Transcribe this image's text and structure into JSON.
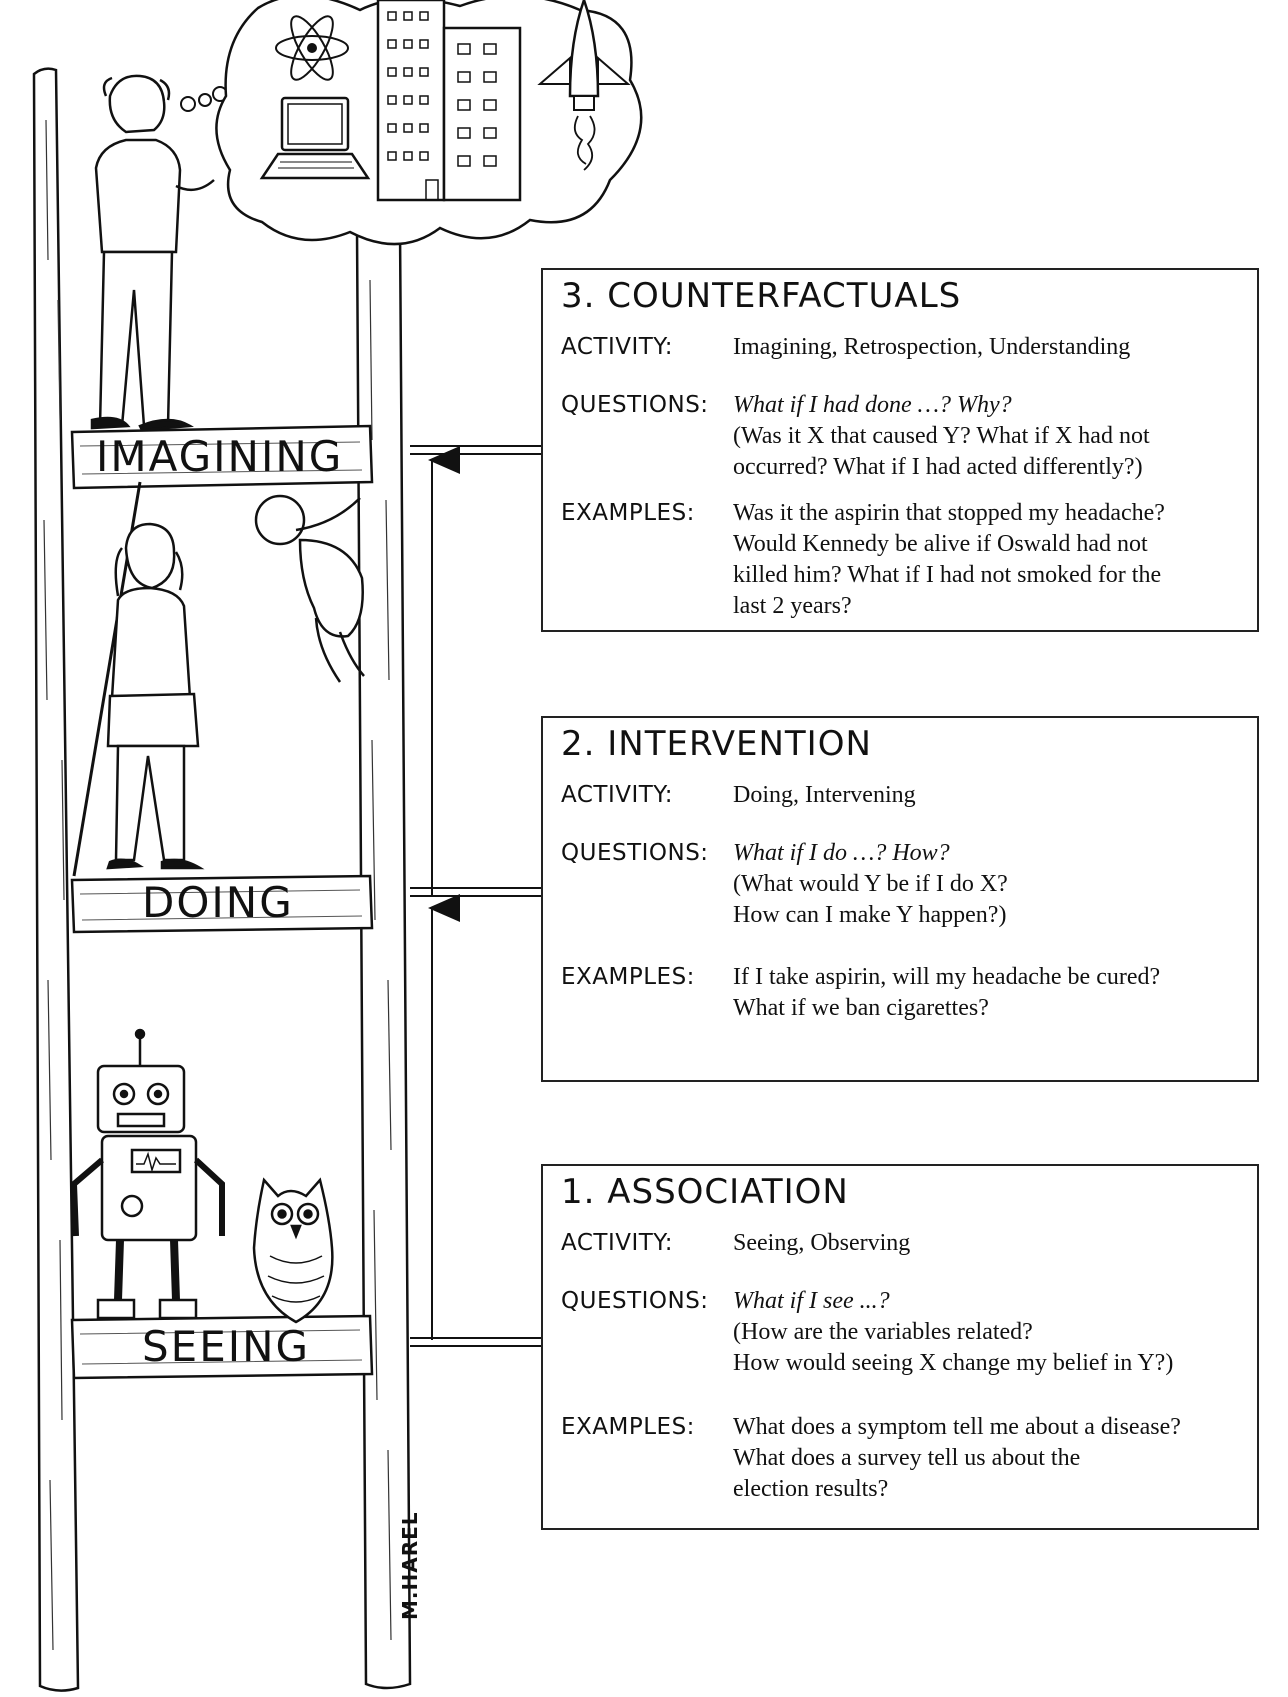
{
  "rungs": [
    {
      "label": "IMAGINING"
    },
    {
      "label": "DOING"
    },
    {
      "label": "SEEING"
    }
  ],
  "panels": [
    {
      "title": "3. COUNTERFACTUALS",
      "activity_label": "ACTIVITY:",
      "activity": "Imagining, Retrospection, Understanding",
      "questions_label": "QUESTIONS:",
      "question_main": "What if I had done …? Why?",
      "question_lines": [
        "(Was it X that caused Y? What if X had not",
        "occurred? What if I had acted differently?)"
      ],
      "examples_label": "EXAMPLES:",
      "example_lines": [
        "Was it the aspirin that stopped my headache?",
        "Would Kennedy be alive if Oswald had not",
        "killed him? What if I had not smoked for the",
        "last 2 years?"
      ]
    },
    {
      "title": "2. INTERVENTION",
      "activity_label": "ACTIVITY:",
      "activity": "Doing, Intervening",
      "questions_label": "QUESTIONS:",
      "question_main": "What if I do …? How?",
      "question_lines": [
        "(What would Y be if I do X?",
        "How can I make Y happen?)"
      ],
      "examples_label": "EXAMPLES:",
      "example_lines": [
        "If I take aspirin, will my headache be cured?",
        "What if we ban cigarettes?"
      ]
    },
    {
      "title": "1. ASSOCIATION",
      "activity_label": "ACTIVITY:",
      "activity": "Seeing, Observing",
      "questions_label": "QUESTIONS:",
      "question_main": "What if I see ...?",
      "question_lines": [
        "(How are the variables related?",
        "How would seeing X change my belief in Y?)"
      ],
      "examples_label": "EXAMPLES:",
      "example_lines": [
        "What does a symptom tell me about a disease?",
        "What does a survey tell us about the",
        "election results?"
      ]
    }
  ],
  "signature": "M.HAREL",
  "illustrations": [
    "einstein-figure",
    "thought-bubble",
    "atom-icon",
    "laptop-icon",
    "buildings-icon",
    "rocket-icon",
    "caveman-figure",
    "baby-figure",
    "robot-figure",
    "owl-figure"
  ]
}
